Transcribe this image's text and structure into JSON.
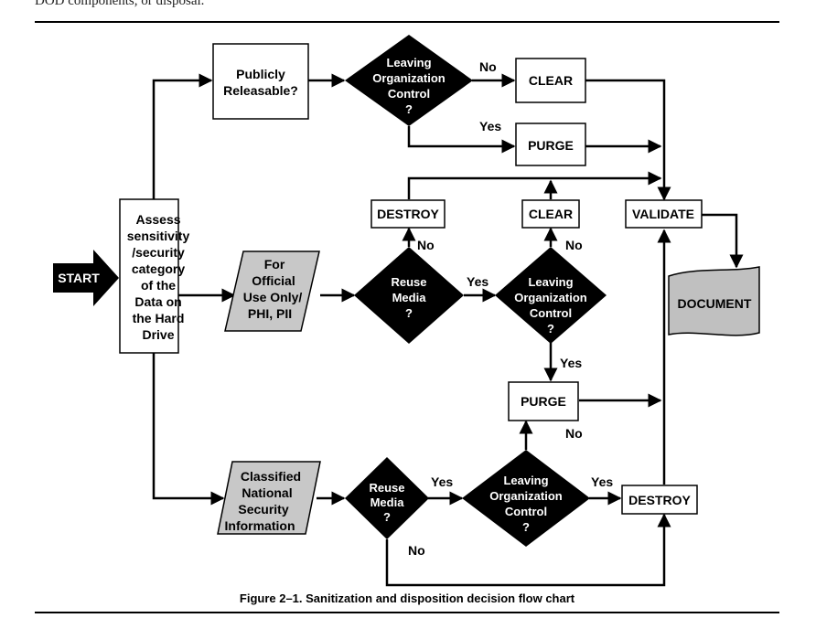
{
  "top_text": "DOD components, or disposal.",
  "caption": "Figure 2–1.  Sanitization and disposition decision flow chart",
  "nodes": {
    "start": "START",
    "assess": [
      "Assess",
      "sensitivity",
      "/security",
      "category",
      "of the",
      "Data on",
      "the Hard",
      "Drive"
    ],
    "publicly": [
      "Publicly",
      "Releasable?"
    ],
    "leave_top": [
      "Leaving",
      "Organization",
      "Control",
      "?"
    ],
    "clear_top": "CLEAR",
    "purge_top": "PURGE",
    "destroy_mid": "DESTROY",
    "clear_mid": "CLEAR",
    "validate": "VALIDATE",
    "fouo": [
      "For",
      "Official",
      "Use Only/",
      "PHI, PII"
    ],
    "reuse_mid": [
      "Reuse",
      "Media",
      "?"
    ],
    "leave_mid": [
      "Leaving",
      "Organization",
      "Control",
      "?"
    ],
    "document": "DOCUMENT",
    "purge_mid": "PURGE",
    "classified": [
      "Classified",
      "National",
      "Security",
      "Information"
    ],
    "reuse_bot": [
      "Reuse",
      "Media",
      "?"
    ],
    "leave_bot": [
      "Leaving",
      "Organization",
      "Control",
      "?"
    ],
    "destroy_bot": "DESTROY"
  },
  "edge_labels": {
    "no_top": "No",
    "yes_top": "Yes",
    "no_reuse_mid": "No",
    "yes_reuse_mid": "Yes",
    "no_leave_mid": "No",
    "yes_leave_mid": "Yes",
    "no_leave_bot": "No",
    "yes_reuse_bot": "Yes",
    "yes_leave_bot": "Yes",
    "no_reuse_bot": "No"
  },
  "colors": {
    "diamond_fill": "#000000",
    "diamond_text": "#ffffff",
    "parallelogram_fill": "#c8c8c8",
    "document_fill": "#c0c0c0",
    "line": "#000000"
  }
}
